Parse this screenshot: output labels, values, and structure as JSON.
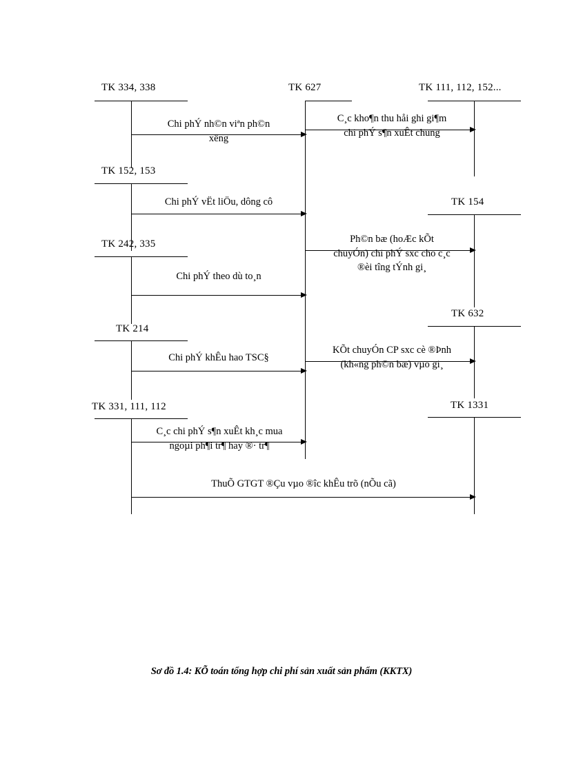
{
  "document": {
    "caption": "Sơ đồ 1.4: KÕ toán tổng hợp chi phí sản xuất sản phẩm (KKTX)"
  },
  "accounts": {
    "tk334_338": {
      "label": "TK 334, 338"
    },
    "tk152_153": {
      "label": "TK 152, 153"
    },
    "tk242_335": {
      "label": "TK 242, 335"
    },
    "tk214": {
      "label": "TK 214"
    },
    "tk331_111_112": {
      "label": "TK 331, 111, 112"
    },
    "tk627": {
      "label": "TK 627"
    },
    "tk111_112_152": {
      "label": "TK 111, 112, 152..."
    },
    "tk154": {
      "label": "TK 154"
    },
    "tk632": {
      "label": "TK 632"
    },
    "tk1331": {
      "label": "TK 1331"
    }
  },
  "flows": {
    "nhan_vien": {
      "line1": "Chi phÝ nh©n viªn ph©n",
      "line2": "xëng"
    },
    "vat_lieu": {
      "line1": "Chi phÝ vËt liÖu, dông cô"
    },
    "du_toan": {
      "line1": "Chi phÝ theo dù to¸n"
    },
    "khau_hao": {
      "line1": "Chi phÝ khÊu hao TSC§"
    },
    "mua_ngoai": {
      "line1": "C¸c chi phÝ s¶n xuÊt kh¸c mua",
      "line2": "ngoµi ph¶i tr¶ hay ®· tr¶"
    },
    "thu_hoi": {
      "line1": "C¸c kho¶n thu håi ghi gi¶m",
      "line2": "chi phÝ s¶n xuÊt chung"
    },
    "phan_bo": {
      "line1": "Ph©n bæ (hoÆc kÕt",
      "line2": "chuyÓn) chi phÝ sxc cho c¸c",
      "line3": "®èi tîng  tÝnh gi¸"
    },
    "ket_chuyen": {
      "line1": "KÕt chuyÓn CP sxc cè ®Þnh",
      "line2": "(kh«ng ph©n bæ) vµo gi¸"
    },
    "thue_gtgt": {
      "line1": "ThuÕ GTGT ®Çu vµo ®îc  khÊu trõ (nÕu cã)"
    }
  },
  "colors": {
    "ink": "#000000",
    "page": "#ffffff"
  }
}
